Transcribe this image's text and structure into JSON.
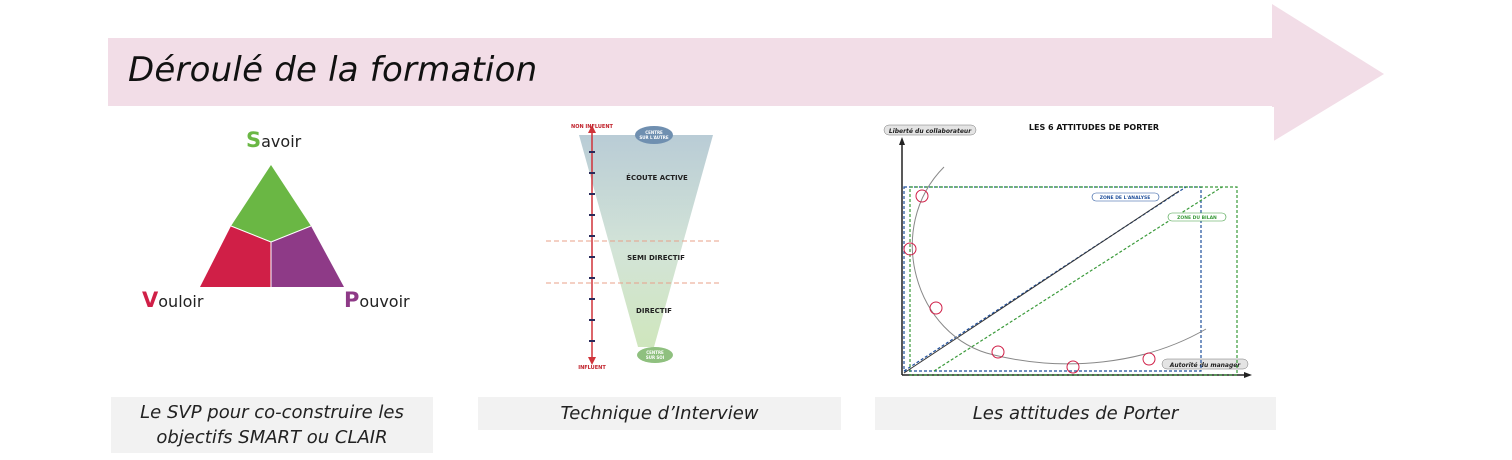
{
  "title": "Déroulé de la formation",
  "colors": {
    "arrow": "#f2dde7",
    "savoir": "#6ab744",
    "vouloir": "#d01f47",
    "pouvoir": "#8e3a87",
    "caption_bg": "#f2f2f2",
    "funnel_red": "#d0333a",
    "porter_blue": "#1f4f9b",
    "porter_green": "#3a9a3a"
  },
  "svp": {
    "savoir": {
      "initial": "S",
      "rest": "avoir"
    },
    "vouloir": {
      "initial": "V",
      "rest": "ouloir"
    },
    "pouvoir": {
      "initial": "P",
      "rest": "ouvoir"
    }
  },
  "interview": {
    "top_axis": "NON INFLUENT",
    "bottom_axis": "INFLUENT",
    "top_pill": [
      "CENTRE",
      "SUR L'AUTRE"
    ],
    "bottom_pill": [
      "CENTRE",
      "SUR SOI"
    ],
    "zones": [
      "ÉCOUTE ACTIVE",
      "SEMI DIRECTIF",
      "DIRECTIF"
    ]
  },
  "porter": {
    "title": "LES 6 ATTITUDES DE PORTER",
    "y_label": "Liberté du collaborateur",
    "x_label": "Autorité du manager",
    "zone_analyse": "ZONE DE L'ANALYSE",
    "zone_bilan": "ZONE DU BILAN"
  },
  "captions": [
    {
      "line1": "Le SVP pour co-construire les",
      "line2": "objectifs SMART ou CLAIR"
    },
    {
      "line1": "Technique d’Interview"
    },
    {
      "line1": "Les attitudes de Porter"
    }
  ]
}
